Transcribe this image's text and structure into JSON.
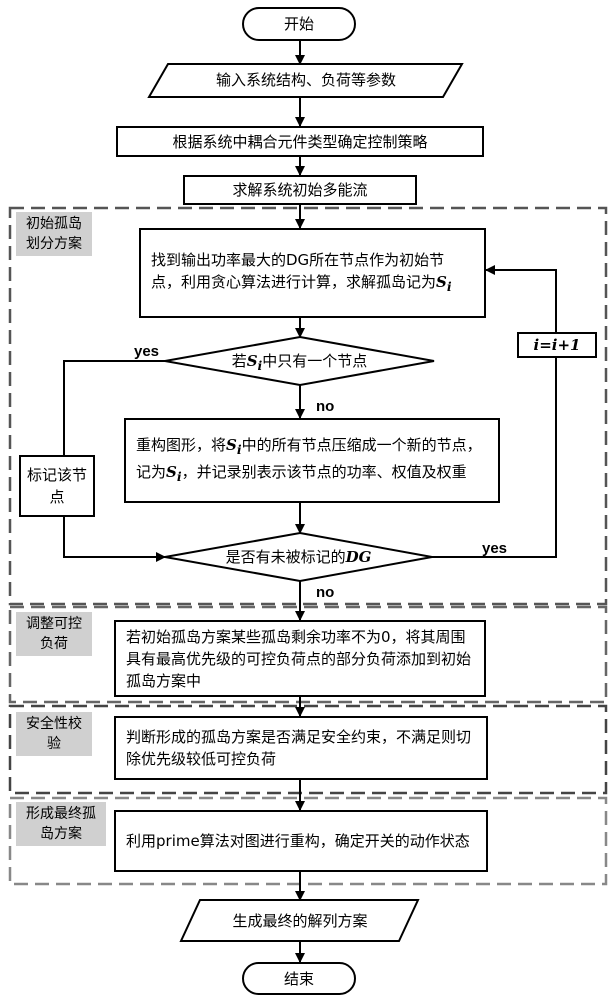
{
  "nodes": {
    "start": "开始",
    "input": "输入系统结构、负荷等参数",
    "strategy": "根据系统中耦合元件类型确定控制策略",
    "solve": "求解系统初始多能流",
    "find_pre": "找到输出功率最大的DG所在节点作为初始节点，利用贪心算法进行计算，求解孤岛记为",
    "s_i": "S",
    "sub_i": "i",
    "cond1_pre": "若",
    "cond1_post": "中只有一个节点",
    "rebuild_pre": "重构图形，将",
    "rebuild_mid": "中的所有节点压缩成一个新的节点，记为",
    "rebuild_post": "，并记录别表示该节点的功率、权值及权重",
    "mark_node": "标记该节点",
    "cond2_pre": "是否有未被标记的",
    "cond2_dg": "DG",
    "increment": "i=i+1",
    "adjust": "若初始孤岛方案某些孤岛剩余功率不为0，将其周围具有最高优先级的可控负荷点的部分负荷添加到初始孤岛方案中",
    "check": "判断形成的孤岛方案是否满足安全约束，不满足则切除优先级较低可控负荷",
    "prime": "利用prime算法对图进行重构，确定开关的动作状态",
    "output": "生成最终的解列方案",
    "end": "结束"
  },
  "edge_labels": {
    "yes_left": "yes",
    "no_down": "no",
    "yes_right": "yes",
    "no_bottom": "no"
  },
  "sections": {
    "initial": "初始孤岛划分方案",
    "adjust": "调整可控负荷",
    "safety": "安全性校验",
    "final": "形成最终孤岛方案"
  }
}
